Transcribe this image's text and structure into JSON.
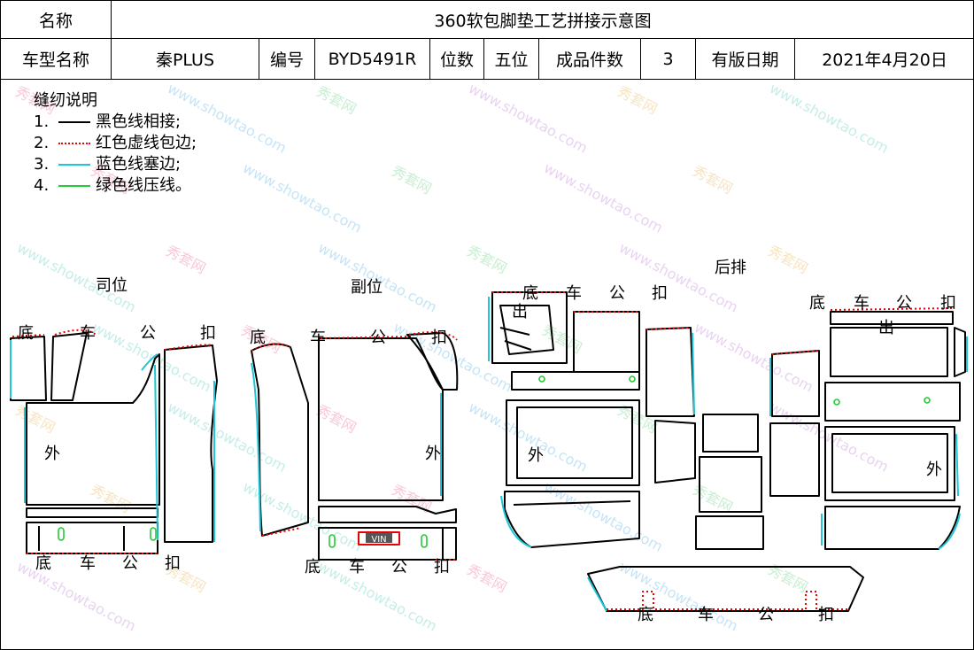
{
  "header": {
    "name_label": "名称",
    "title": "360软包脚垫工艺拼接示意图",
    "model_label": "车型名称",
    "model_value": "秦PLUS",
    "code_label": "编号",
    "code_value": "BYD5491R",
    "seats_label": "位数",
    "seats_value": "五位",
    "pieces_label": "成品件数",
    "pieces_value": "3",
    "date_label": "有版日期",
    "date_value": "2021年4月20日"
  },
  "legend": {
    "title": "缝纫说明",
    "items": [
      {
        "num": "1.",
        "text": "黑色线相接;",
        "color": "#000000"
      },
      {
        "num": "2.",
        "text": "红色虚线包边;",
        "color": "#e00000"
      },
      {
        "num": "3.",
        "text": "蓝色线塞边;",
        "color": "#1cc7d9"
      },
      {
        "num": "4.",
        "text": "绿色线压线。",
        "color": "#22cc33"
      }
    ]
  },
  "sections": {
    "driver": "司位",
    "passenger": "副位",
    "rear": "后排"
  },
  "labels": {
    "di": "底",
    "che": "车",
    "gong": "公",
    "kou": "扣",
    "wai": "外",
    "chu": "出",
    "vin": "VIN"
  },
  "watermark": {
    "brand": "秀套网",
    "url": "www.showtao.com"
  }
}
